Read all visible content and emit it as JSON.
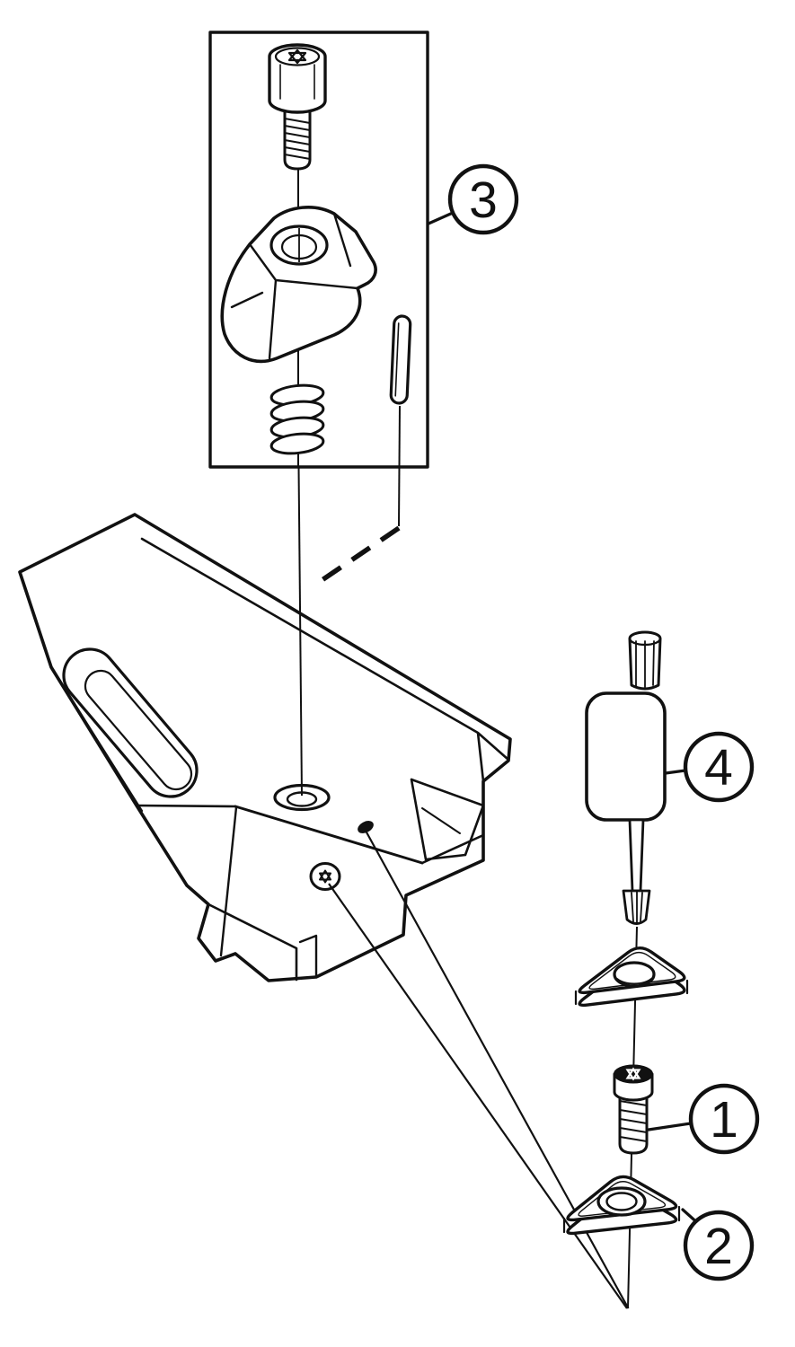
{
  "figure": {
    "background_color": "#ffffff",
    "line_color": "#111111",
    "callouts": {
      "item1": {
        "label": "1"
      },
      "item2": {
        "label": "2"
      },
      "item3": {
        "label": "3"
      },
      "item4": {
        "label": "4"
      }
    }
  }
}
